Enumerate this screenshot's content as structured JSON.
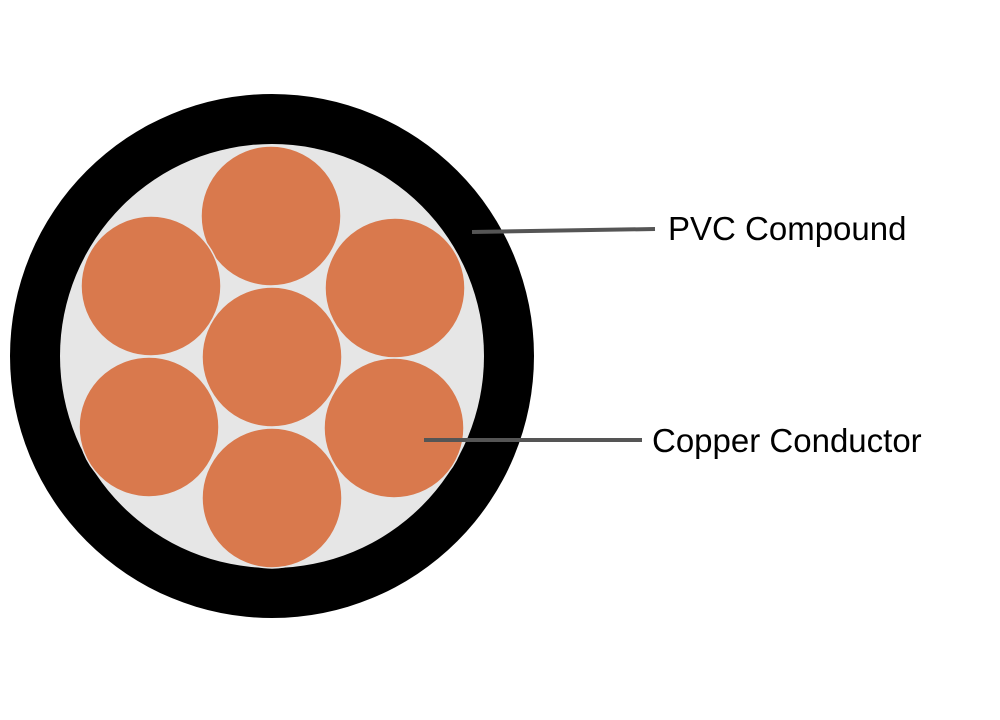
{
  "labels": {
    "pvc_compound": "PVC Compound",
    "copper_conductor": "Copper Conductor"
  },
  "colors": {
    "sheath": "#000000",
    "filler": "#e6e6e6",
    "copper": "#d9794d",
    "leader": "#555555",
    "text": "#000000"
  },
  "structure": {
    "conductor_strands": 7
  }
}
